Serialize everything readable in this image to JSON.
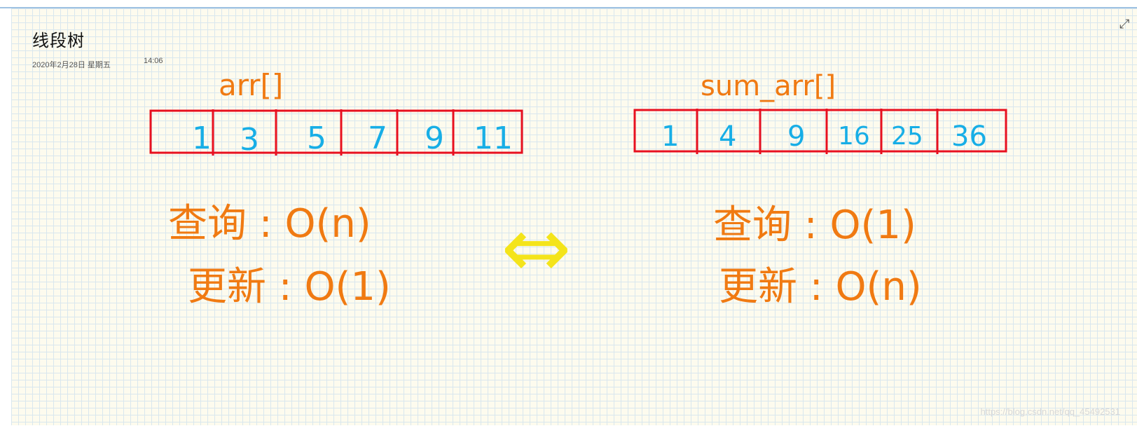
{
  "note": {
    "title": "线段树",
    "date": "2020年2月28日 星期五",
    "time": "14:06",
    "expand_icon": "expand-icon"
  },
  "left": {
    "label": "arr[]",
    "cells": [
      "1",
      "3",
      "5",
      "7",
      "9",
      "11"
    ],
    "query": "查询 : O(n)",
    "update": "更新 : O(1)"
  },
  "right": {
    "label": "sum_arr[]",
    "cells": [
      "1",
      "4",
      "9",
      "16",
      "25",
      "36"
    ],
    "query": "查询 : O(1)",
    "update": "更新 : O(n)"
  },
  "arrow": "⇔",
  "watermark": "https://blog.csdn.net/qq_45492531",
  "colors": {
    "box": "#e8101f",
    "cell_text": "#17aee6",
    "handwriting": "#f07a12",
    "arrow": "#f4e41a",
    "grid": "#d9e7ee",
    "paper": "#fdfbee"
  }
}
